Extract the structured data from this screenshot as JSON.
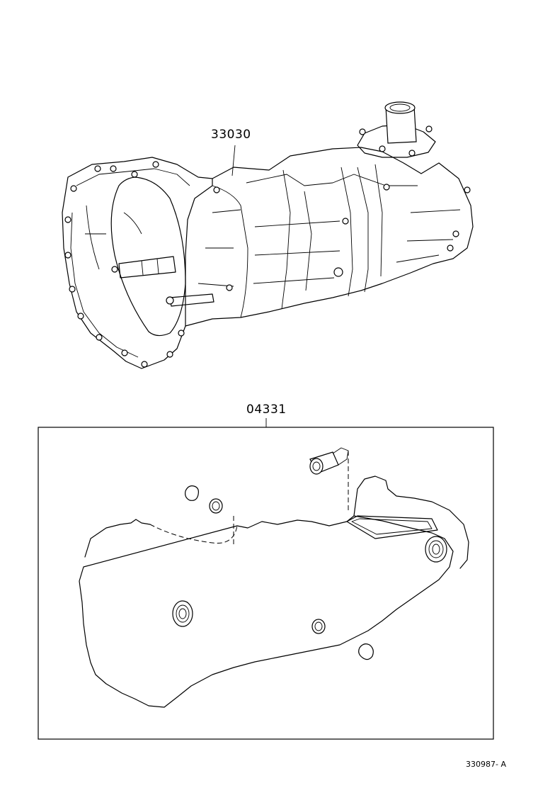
{
  "parts": {
    "transmission_assy": "33030",
    "gasket_kit": "04331"
  },
  "document_id": "330987- A",
  "colors": {
    "line": "#000000",
    "background": "#ffffff"
  }
}
